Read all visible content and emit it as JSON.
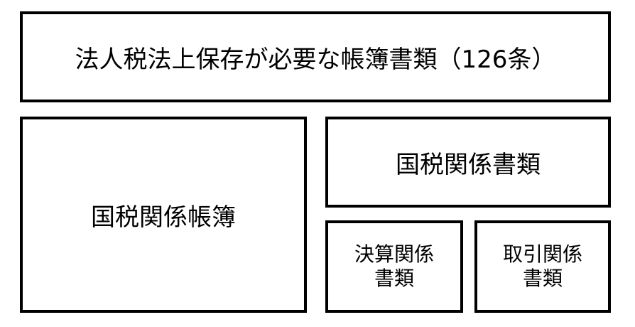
{
  "diagram": {
    "top_box": {
      "label": "法人税法上保存が必要な帳簿書類（126条）"
    },
    "left_box": {
      "label": "国税関係帳簿"
    },
    "right_top_box": {
      "label": "国税関係書類"
    },
    "settlement_box": {
      "label": "決算関係\n書類"
    },
    "transaction_box": {
      "label": "取引関係\n書類"
    }
  }
}
